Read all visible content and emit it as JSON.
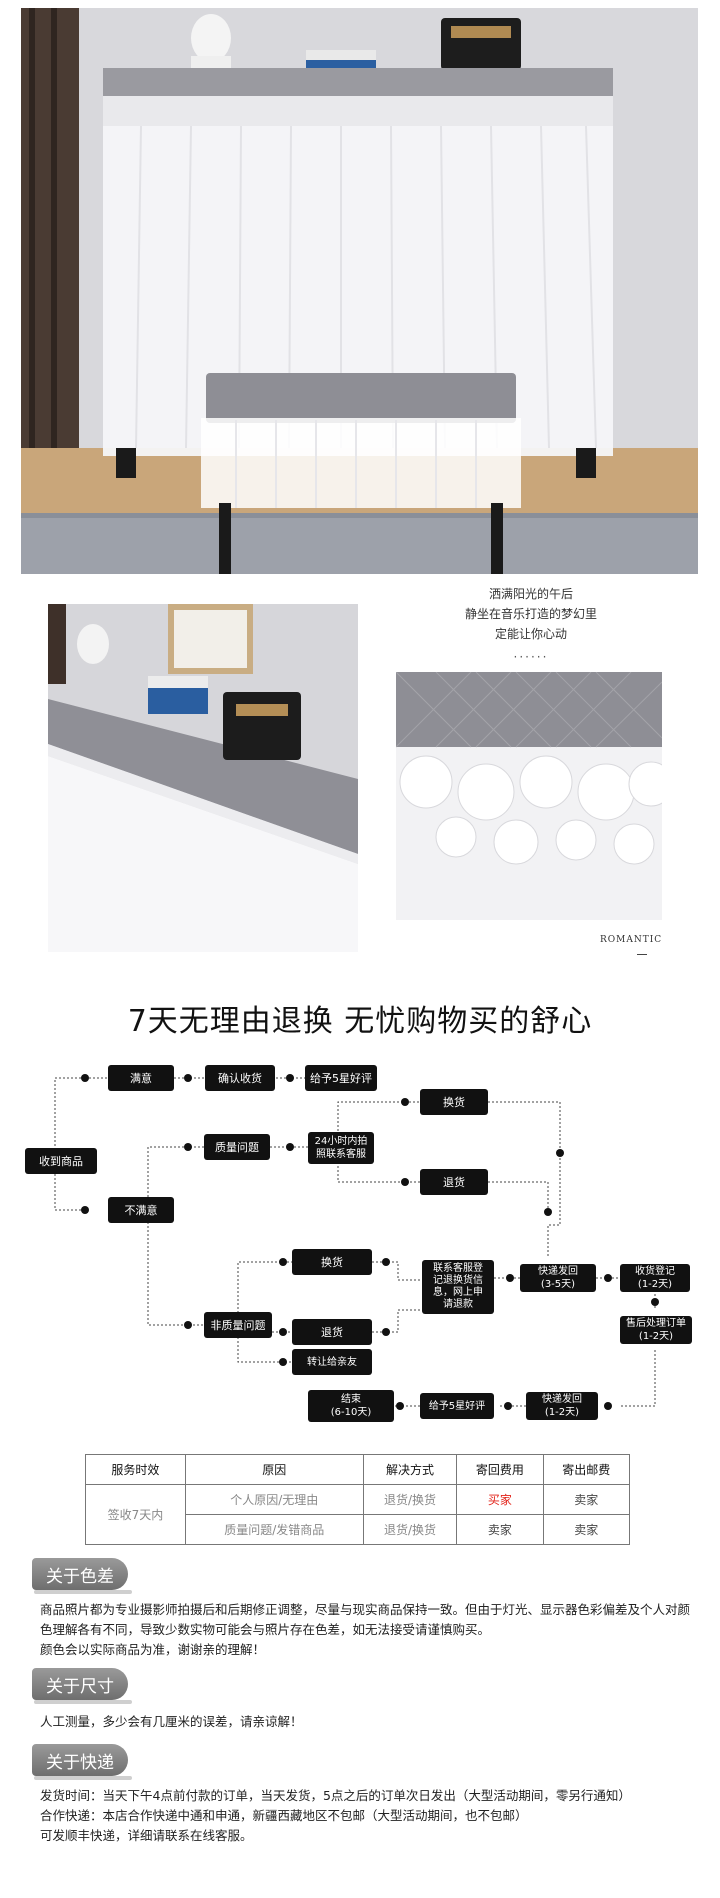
{
  "poem": {
    "lines": [
      "洒满阳光的午后",
      "静坐在音乐打造的梦幻里",
      "定能让你心动"
    ],
    "dots": "······",
    "romantic": "ROMANTIC"
  },
  "returns": {
    "title": "7天无理由退换  无忧购物买的舒心"
  },
  "flow": {
    "receive": "收到商品",
    "satisfied": "满意",
    "confirm": "确认收货",
    "give5star": "给予5星好评",
    "unsatisfied": "不满意",
    "quality_issue": "质量问题",
    "contact_24h": "24小时内拍\n照联系客服",
    "exchange_top": "换货",
    "return_top": "退货",
    "non_quality": "非质量问题",
    "exchange_mid": "换货",
    "return_mid": "退货",
    "transfer_friend": "转让给亲友",
    "contact_service": "联系客服登\n记退换货信\n息，网上申\n请退款",
    "express_send": "快递发回\n(3-5天)",
    "receive_register": "收货登记\n(1-2天)",
    "after_sale": "售后处理订单\n(1-2天)",
    "express_return": "快递发回\n(1-2天)",
    "give5star_end": "给予5星好评",
    "end": "结束\n(6-10天)"
  },
  "table": {
    "headers": [
      "服务时效",
      "原因",
      "解决方式",
      "寄回费用",
      "寄出邮费"
    ],
    "period": "签收7天内",
    "rows": [
      {
        "reason": "个人原因/无理由",
        "method": "退货/换货",
        "return_fee": "买家",
        "ship_fee": "卖家"
      },
      {
        "reason": "质量问题/发错商品",
        "method": "退货/换货",
        "return_fee": "卖家",
        "ship_fee": "卖家"
      }
    ]
  },
  "notes": {
    "color_title": "关于色差",
    "color_text": "商品照片都为专业摄影师拍摄后和后期修正调整，尽量与现实商品保持一致。但由于灯光、显示器色彩偏差及个人对颜色理解各有不同，导致少数实物可能会与照片存在色差，如无法接受请谨慎购买。\n颜色会以实际商品为准，谢谢亲的理解！",
    "size_title": "关于尺寸",
    "size_text": "人工测量，多少会有几厘米的误差，请亲谅解！",
    "express_title": "关于快递",
    "express_text": "发货时间：当天下午4点前付款的订单，当天发货，5点之后的订单次日发出（大型活动期间，零另行通知）\n合作快递：本店合作快递中通和申通，新疆西藏地区不包邮（大型活动期间，也不包邮）\n可发顺丰快递，详细请联系在线客服。"
  },
  "colors": {
    "node": "#111111",
    "accent_red": "#e2231a",
    "tag_grey": "#8a8a8a"
  }
}
